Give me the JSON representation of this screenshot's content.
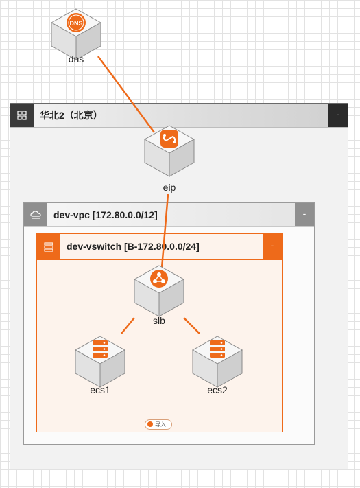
{
  "colors": {
    "accent": "#ee6a1a",
    "link": "#ee6a1a",
    "region_header": "#3a3a3a",
    "vpc_header": "#8f8f8f",
    "vswitch_bg": "#fdf3ec"
  },
  "region": {
    "title": "华北2（北京）",
    "collapse": "-",
    "icon": "grid-icon"
  },
  "vpc": {
    "title": "dev-vpc [172.80.0.0/12]",
    "collapse": "-",
    "icon": "cloud-icon"
  },
  "vswitch": {
    "title": "dev-vswitch [B-172.80.0.0/24]",
    "collapse": "-",
    "icon": "server-list-icon",
    "import_label": "导入"
  },
  "nodes": {
    "dns": {
      "label": "dns",
      "icon": "dns-icon"
    },
    "eip": {
      "label": "eip",
      "icon": "eip-link-icon"
    },
    "slb": {
      "label": "slb",
      "icon": "slb-share-icon"
    },
    "ecs1": {
      "label": "ecs1",
      "icon": "ecs-server-icon"
    },
    "ecs2": {
      "label": "ecs2",
      "icon": "ecs-server-icon"
    }
  },
  "links": [
    {
      "from": "dns",
      "to": "eip"
    },
    {
      "from": "eip",
      "to": "slb"
    },
    {
      "from": "slb",
      "to": "ecs1"
    },
    {
      "from": "slb",
      "to": "ecs2"
    }
  ]
}
